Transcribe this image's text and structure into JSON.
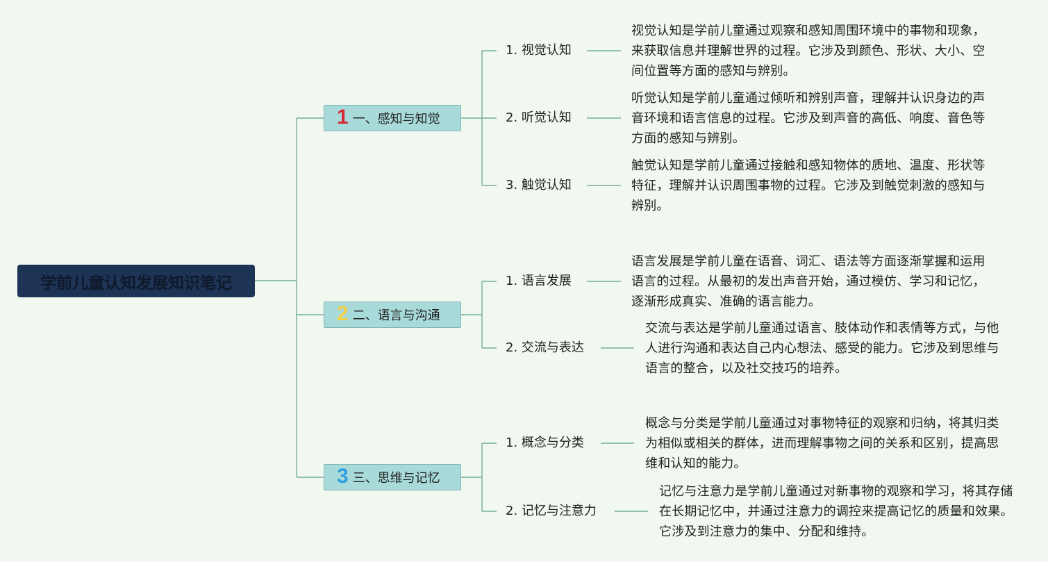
{
  "mindmap": {
    "root": "学前儿童认知发展知识笔记",
    "colors": {
      "background": "#f1f8ef",
      "root_fill": "#1e3456",
      "section_fill": "#a9dada",
      "connector": "#5d9e90"
    },
    "sections": [
      {
        "number": "1",
        "number_color": "#d8283a",
        "label": "一、感知与知觉",
        "children": [
          {
            "label": "1. 视觉认知",
            "description": "视觉认知是学前儿童通过观察和感知周围环境中的事物和现象，来获取信息并理解世界的过程。它涉及到颜色、形状、大小、空间位置等方面的感知与辨别。"
          },
          {
            "label": "2. 听觉认知",
            "description": "听觉认知是学前儿童通过倾听和辨别声音，理解并认识身边的声音环境和语言信息的过程。它涉及到声音的高低、响度、音色等方面的感知与辨别。"
          },
          {
            "label": "3. 触觉认知",
            "description": "触觉认知是学前儿童通过接触和感知物体的质地、温度、形状等特征，理解并认识周围事物的过程。它涉及到触觉刺激的感知与辨别。"
          }
        ]
      },
      {
        "number": "2",
        "number_color": "#f2d24a",
        "label": "二、语言与沟通",
        "children": [
          {
            "label": "1. 语言发展",
            "description": "语言发展是学前儿童在语音、词汇、语法等方面逐渐掌握和运用语言的过程。从最初的发出声音开始，通过模仿、学习和记忆，逐渐形成真实、准确的语言能力。"
          },
          {
            "label": "2. 交流与表达",
            "description": "交流与表达是学前儿童通过语言、肢体动作和表情等方式，与他人进行沟通和表达自己内心想法、感受的能力。它涉及到思维与语言的整合，以及社交技巧的培养。"
          }
        ]
      },
      {
        "number": "3",
        "number_color": "#2f9ee0",
        "label": "三、思维与记忆",
        "children": [
          {
            "label": "1. 概念与分类",
            "description": "概念与分类是学前儿童通过对事物特征的观察和归纳，将其归类为相似或相关的群体，进而理解事物之间的关系和区别，提高思维和认知的能力。"
          },
          {
            "label": "2. 记忆与注意力",
            "description": "记忆与注意力是学前儿童通过对新事物的观察和学习，将其存储在长期记忆中，并通过注意力的调控来提高记忆的质量和效果。它涉及到注意力的集中、分配和维持。"
          }
        ]
      }
    ]
  }
}
